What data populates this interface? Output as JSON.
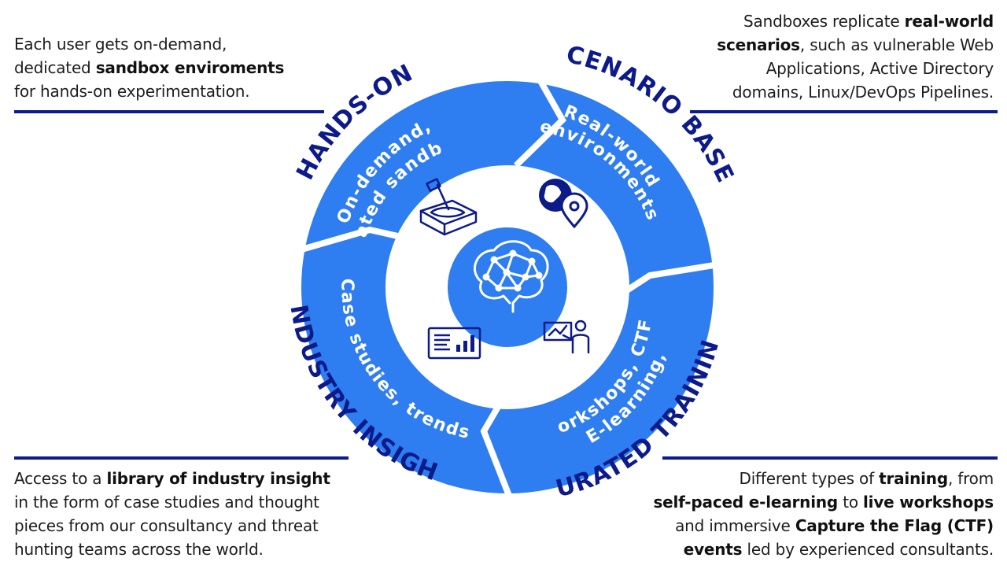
{
  "colors": {
    "brand_blue": "#2e7df1",
    "navy": "#0d1a8a",
    "white": "#ffffff",
    "text": "#1d1d1d"
  },
  "center_icon": "brain-network-icon",
  "segments": {
    "hands_on": {
      "outer_label": "HANDS-ON",
      "inner_line1": "On-demand,",
      "inner_line2": "isolated sandboxes",
      "icon": "sandbox-box-icon"
    },
    "scenario": {
      "outer_label": "SCENARIO BASED",
      "inner_line1": "Real-world",
      "inner_line2": "environments",
      "icon": "globe-location-icon"
    },
    "curated": {
      "outer_label": "CURATED TRAINING",
      "inner_line1": "E-learning,",
      "inner_line2": "workshops, CTFs",
      "icon": "presenter-board-icon"
    },
    "insight": {
      "outer_label": "INDUSTRY INSIGHT",
      "inner_line1": "Case studies, trends",
      "icon": "dashboard-chart-icon"
    }
  },
  "descriptions": {
    "top_left": {
      "l1": "Each user gets on-demand,",
      "l2a": "dedicated ",
      "l2b": "sandbox enviroments",
      "l3": "for hands-on experimentation."
    },
    "top_right": {
      "l1a": "Sandboxes replicate ",
      "l1b": "real-world",
      "l2a": "scenarios",
      "l2b": ", such as vulnerable Web",
      "l3": "Applications, Active Directory",
      "l4": "domains, Linux/DevOps Pipelines."
    },
    "bottom_left": {
      "l1a": "Access to a ",
      "l1b": "library of industry insight",
      "l2": "in the form of case studies and thought",
      "l3": "pieces from our consultancy and threat",
      "l4": "hunting teams across the world."
    },
    "bottom_right": {
      "l1a": "Different types of  ",
      "l1b": "training",
      "l1c": ", from",
      "l2a": "self-paced e-learning",
      "l2b": " to ",
      "l2c": "live workshops",
      "l3a": "and immersive ",
      "l3b": "Capture the Flag (CTF)",
      "l4a": "events",
      "l4b": " led by experienced consultants."
    }
  }
}
